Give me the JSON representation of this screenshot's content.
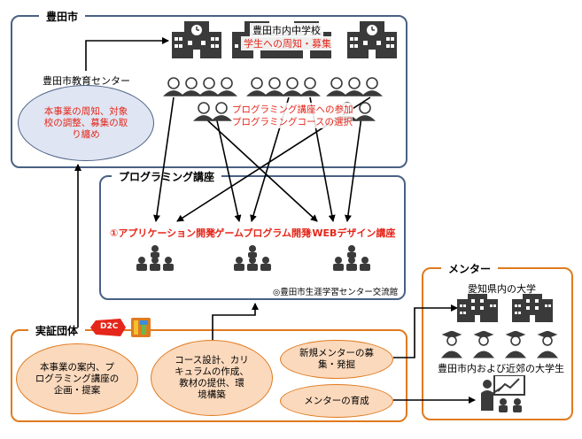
{
  "toyota_city": {
    "title": "豊田市",
    "schools_line1": "豊田市内中学校",
    "schools_line2": "学生への周知・募集",
    "edu_center_label": "豊田市教育センター",
    "edu_center_text": [
      "本事業の周知、対象",
      "校の調整、募集の取",
      "り纏め"
    ],
    "student_action_1": "プログラミング講座への参加",
    "student_action_2": "プログラミングコースの選択"
  },
  "programming_course": {
    "title": "プログラミング講座",
    "courses": [
      "①アプリケーション開発",
      "②ゲームプログラム開発",
      "③WEBデザイン講座"
    ],
    "venue": "◎豊田市生涯学習センター交流館"
  },
  "mentor": {
    "title": "メンター",
    "university_label": "愛知県内の大学",
    "students_label": "豊田市内および近郊の大学生"
  },
  "demo_group": {
    "title": "実証団体",
    "logo_text": "D2C",
    "items": [
      [
        "本事業の案内、プ",
        "ログラミング講座の",
        "企画・提案"
      ],
      [
        "コース設計、カリ",
        "キュラムの作成、",
        "教材の提供、環",
        "境構築"
      ],
      [
        "新規メンターの募",
        "集・発掘"
      ],
      [
        "メンターの育成"
      ]
    ]
  },
  "colors": {
    "city_border": "#4a6184",
    "mentor_border": "#e07a1f",
    "accent_red": "#e5261a",
    "ellipse_blue_fill": "#dfe5f2",
    "ellipse_orange_fill": "#fbd9bd",
    "icon_dark": "#3a3a3a"
  }
}
